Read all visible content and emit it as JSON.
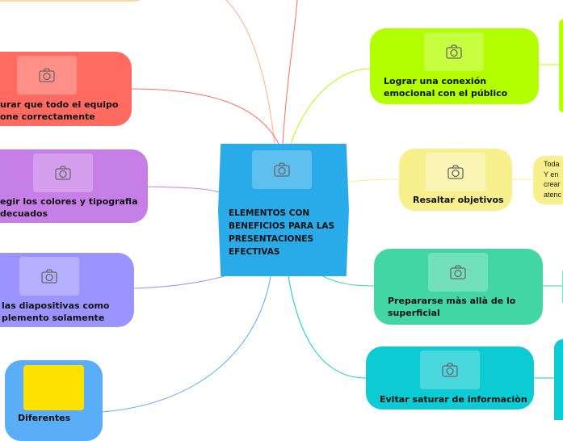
{
  "center": {
    "title_lines": [
      "ELEMENTOS CON",
      "BENEFICIOS PARA LAS",
      "PRESENTACIONES",
      "EFECTIVAS"
    ],
    "color": "#29abe9"
  },
  "nodes": {
    "equipo": {
      "lines": [
        "urar que todo el equipo",
        "one correctamente"
      ],
      "color": "#ff6b61"
    },
    "colores": {
      "lines": [
        "egir los colores y tipografia",
        "decuados"
      ],
      "color": "#c77fe8"
    },
    "diapositivas": {
      "lines": [
        "las diapositivas como",
        "plemento solamente"
      ],
      "color": "#9b94ff"
    },
    "diferentes": {
      "lines": [
        "Diferentes"
      ],
      "color": "#5aaef7",
      "image_color": "#ffe100"
    },
    "conexion": {
      "lines": [
        "Lograr una conexión",
        "emocional con el público"
      ],
      "color": "#b3ff00"
    },
    "objetivos": {
      "lines": [
        "Resaltar objetivos"
      ],
      "color": "#f7f08c"
    },
    "prepararse": {
      "lines": [
        "Prepararse màs allà de lo",
        "superficial"
      ],
      "color": "#43d6a5"
    },
    "saturar": {
      "lines": [
        "Evitar saturar de informaciòn"
      ],
      "color": "#0ccbd3"
    }
  },
  "objetivos_note": {
    "lines": [
      "Toda",
      "Y en",
      "crear",
      "atenc"
    ]
  },
  "icons": {
    "image_placeholder": "camera-icon"
  }
}
